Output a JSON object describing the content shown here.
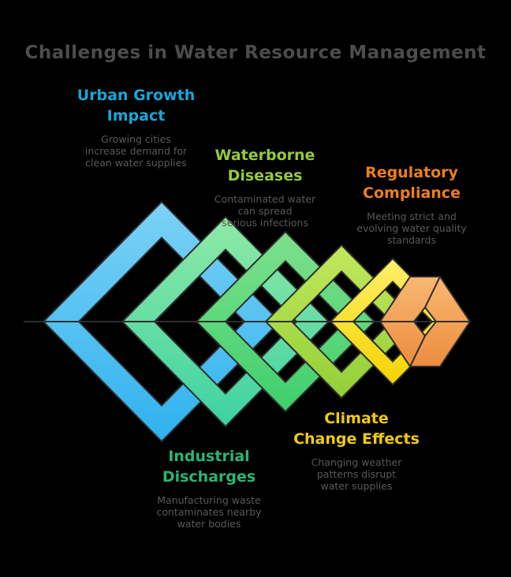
{
  "title": "Challenges in Water Resource Management",
  "labels": [
    {
      "id": "urban-growth",
      "color": "#18a6d8",
      "heading": [
        "Urban Growth",
        "Impact"
      ],
      "desc": [
        "Growing cities",
        "increase demand for",
        "clean water supplies"
      ]
    },
    {
      "id": "waterborne-diseases",
      "color": "#96c93d",
      "heading": [
        "Waterborne",
        "Diseases"
      ],
      "desc": [
        "Contaminated water",
        "can spread",
        "serious infections"
      ]
    },
    {
      "id": "regulatory-compliance",
      "color": "#ec7f1e",
      "heading": [
        "Regulatory",
        "Compliance"
      ],
      "desc": [
        "Meeting strict and",
        "evolving water quality",
        "standards"
      ]
    },
    {
      "id": "climate-change-effects",
      "color": "#f0cb0c",
      "heading": [
        "Climate",
        "Change Effects"
      ],
      "desc": [
        "Changing weather",
        "patterns disrupt",
        "water supplies"
      ]
    },
    {
      "id": "industrial-discharges",
      "color": "#2bb673",
      "heading": [
        "Industrial",
        "Discharges"
      ],
      "desc": [
        "Manufacturing waste",
        "contaminates nearby",
        "water bodies"
      ]
    }
  ],
  "graphic": {
    "outline": "#2e2e2e",
    "shapes": [
      {
        "name": "chevron-diamond-blue",
        "gradient": [
          "#7cd2f6",
          "#2fb1ee"
        ]
      },
      {
        "name": "chevron-diamond-teal-green",
        "gradient": [
          "#8fe9a7",
          "#3ed2a3"
        ]
      },
      {
        "name": "chevron-diamond-green",
        "gradient": [
          "#7ee08c",
          "#3ecf6c"
        ]
      },
      {
        "name": "chevron-diamond-yellow-green",
        "gradient": [
          "#c2e85c",
          "#92cf38"
        ]
      },
      {
        "name": "chevron-diamond-yellow",
        "gradient": [
          "#ffef69",
          "#f4d303"
        ]
      },
      {
        "name": "cube-orange",
        "gradient": [
          "#f9b873",
          "#ec8c3e"
        ]
      }
    ]
  }
}
